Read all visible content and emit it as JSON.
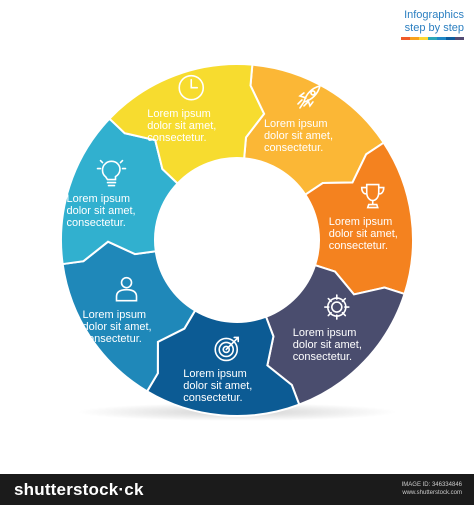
{
  "header": {
    "line1": "Infographics",
    "line2": "step by step",
    "bar_colors": [
      "#f05a28",
      "#f9a11b",
      "#fdd835",
      "#2aa7b8",
      "#1e88c7",
      "#0d5c9e",
      "#534b73"
    ]
  },
  "segments": [
    {
      "color": "#fbb736",
      "icon": "rocket-icon",
      "text": "Lorem ipsum\ndolor sit amet,\nconsectetur."
    },
    {
      "color": "#f4821f",
      "icon": "trophy-icon",
      "text": "Lorem ipsum\ndolor sit amet,\nconsectetur."
    },
    {
      "color": "#4a4d6e",
      "icon": "gear-icon",
      "text": "Lorem ipsum\ndolor sit amet,\nconsectetur."
    },
    {
      "color": "#0c5b94",
      "icon": "target-icon",
      "text": "Lorem ipsum\ndolor sit amet,\nconsectetur."
    },
    {
      "color": "#1f88b9",
      "icon": "user-icon",
      "text": "Lorem ipsum\ndolor sit amet,\nconsectetur."
    },
    {
      "color": "#31b0cf",
      "icon": "lightbulb-icon",
      "text": "Lorem ipsum\ndolor sit amet,\nconsectetur."
    },
    {
      "color": "#f7dc2f",
      "icon": "clock-icon",
      "text": "Lorem ipsum\ndolor sit amet,\nconsectetur."
    }
  ],
  "footer": {
    "brand": "shutterstock·ck",
    "image_id": "IMAGE ID: 346334846",
    "site": "www.shutterstock.com"
  }
}
